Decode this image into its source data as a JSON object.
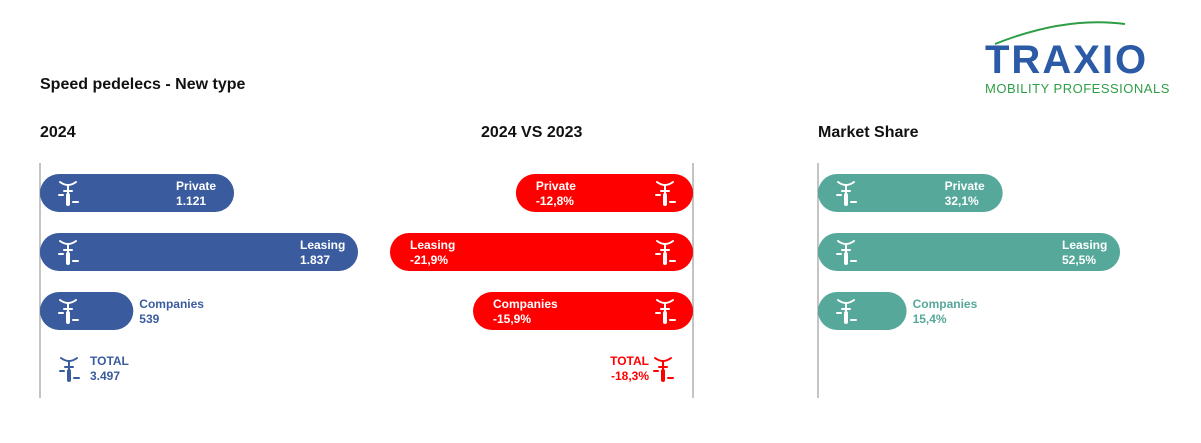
{
  "title": "Speed pedelecs - New type",
  "logo": {
    "word": "TRAXIO",
    "tagline": "MOBILITY PROFESSIONALS"
  },
  "colors": {
    "blue": "#3a5c9e",
    "red": "#ff0000",
    "teal": "#55a89a",
    "axis": "#888888"
  },
  "icon": "speed-pedelec-icon",
  "chart_data": [
    {
      "type": "bar",
      "title": "2024",
      "orientation": "horizontal",
      "categories": [
        "Private",
        "Leasing",
        "Companies"
      ],
      "values": [
        1121,
        1837,
        539
      ],
      "labels": [
        "1.121",
        "1.837",
        "539"
      ],
      "total": {
        "label": "TOTAL",
        "value": 3497,
        "text": "3.497"
      },
      "color": "#3a5c9e",
      "direction": "left-to-right"
    },
    {
      "type": "bar",
      "title": "2024 VS 2023",
      "orientation": "horizontal",
      "categories": [
        "Private",
        "Leasing",
        "Companies"
      ],
      "values": [
        -12.8,
        -21.9,
        -15.9
      ],
      "labels": [
        "-12,8%",
        "-21,9%",
        "-15,9%"
      ],
      "total": {
        "label": "TOTAL",
        "value": -18.3,
        "text": "-18,3%"
      },
      "color": "#ff0000",
      "direction": "right-to-left"
    },
    {
      "type": "bar",
      "title": "Market Share",
      "orientation": "horizontal",
      "categories": [
        "Private",
        "Leasing",
        "Companies"
      ],
      "values": [
        32.1,
        52.5,
        15.4
      ],
      "labels": [
        "32,1%",
        "52,5%",
        "15,4%"
      ],
      "color": "#55a89a",
      "direction": "left-to-right"
    }
  ]
}
